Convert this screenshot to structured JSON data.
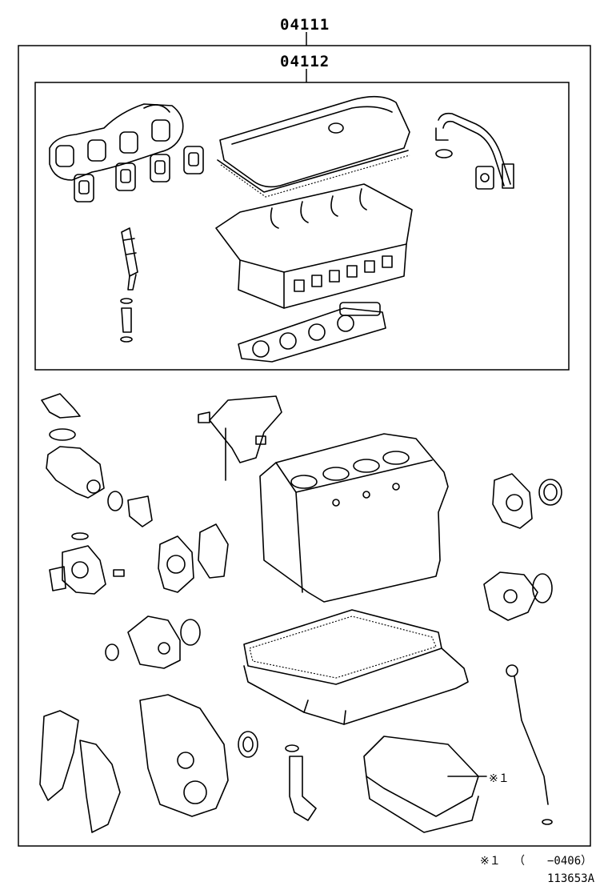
{
  "diagram": {
    "outer_kit_label": "04111",
    "inner_kit_label": "04112",
    "callout_marker": "※１",
    "footnote": {
      "marker": "※１",
      "open_paren": "（",
      "range": "−0406）"
    },
    "illustration_id": "113653A"
  }
}
